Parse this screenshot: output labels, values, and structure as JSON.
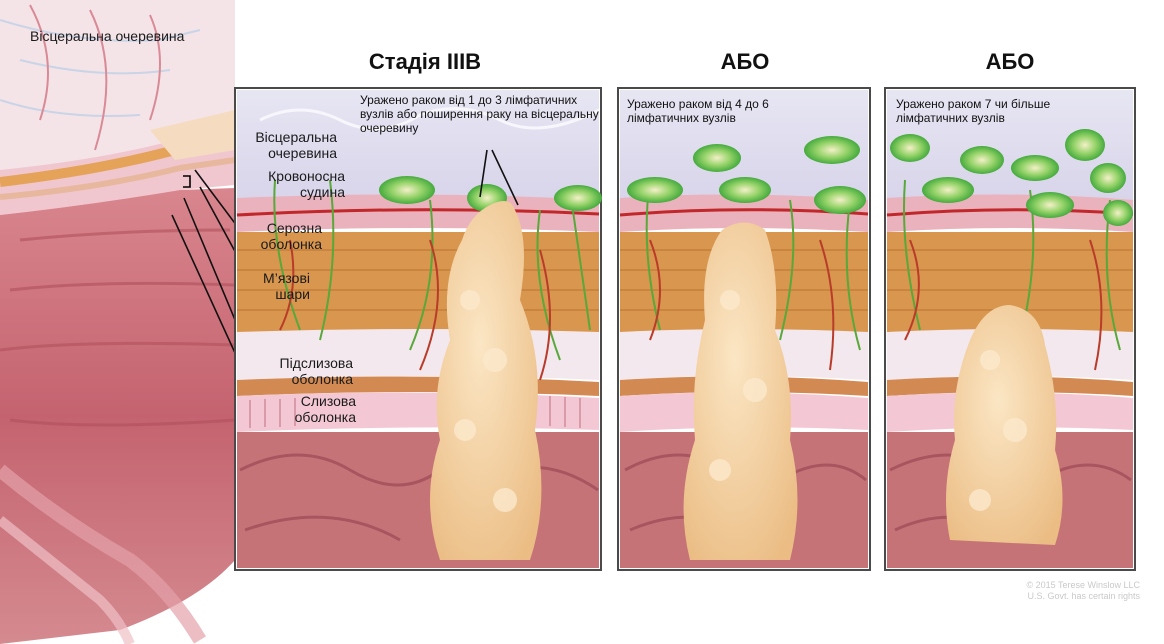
{
  "top_label": "Вісцеральна очеревина",
  "panels": [
    {
      "title": "Стадія IIIB",
      "caption": "Уражено раком від 1 до 3 лімфатичних вузлів або поширення раку на вісцеральну очеревину"
    },
    {
      "title": "АБО",
      "caption": "Уражено раком від 4 до 6 лімфатичних вузлів"
    },
    {
      "title": "АБО",
      "caption": "Уражено раком 7 чи більше лімфатичних вузлів"
    }
  ],
  "layer_labels": {
    "visceral_peritoneum": [
      "Вісцеральна",
      "очеревина"
    ],
    "blood_vessel": [
      "Кровоносна",
      "судина"
    ],
    "serosa": [
      "Серозна",
      "оболонка"
    ],
    "muscle_layers": [
      "М’язові",
      "шари"
    ],
    "submucosa": [
      "Підслизова",
      "оболонка"
    ],
    "mucosa": [
      "Слизова",
      "оболонка"
    ]
  },
  "copyright": [
    "© 2015 Terese Winslow LLC",
    "U.S. Govt. has certain rights"
  ],
  "colors": {
    "mucosa": "#c9747d",
    "muscle": "#d9964e",
    "serosa": "#eab2bc",
    "lymph_node": "#3eb83e",
    "tumor": "#f3d3a6",
    "vessel": "#c0282b",
    "peritoneum": "#e3e2f0"
  }
}
